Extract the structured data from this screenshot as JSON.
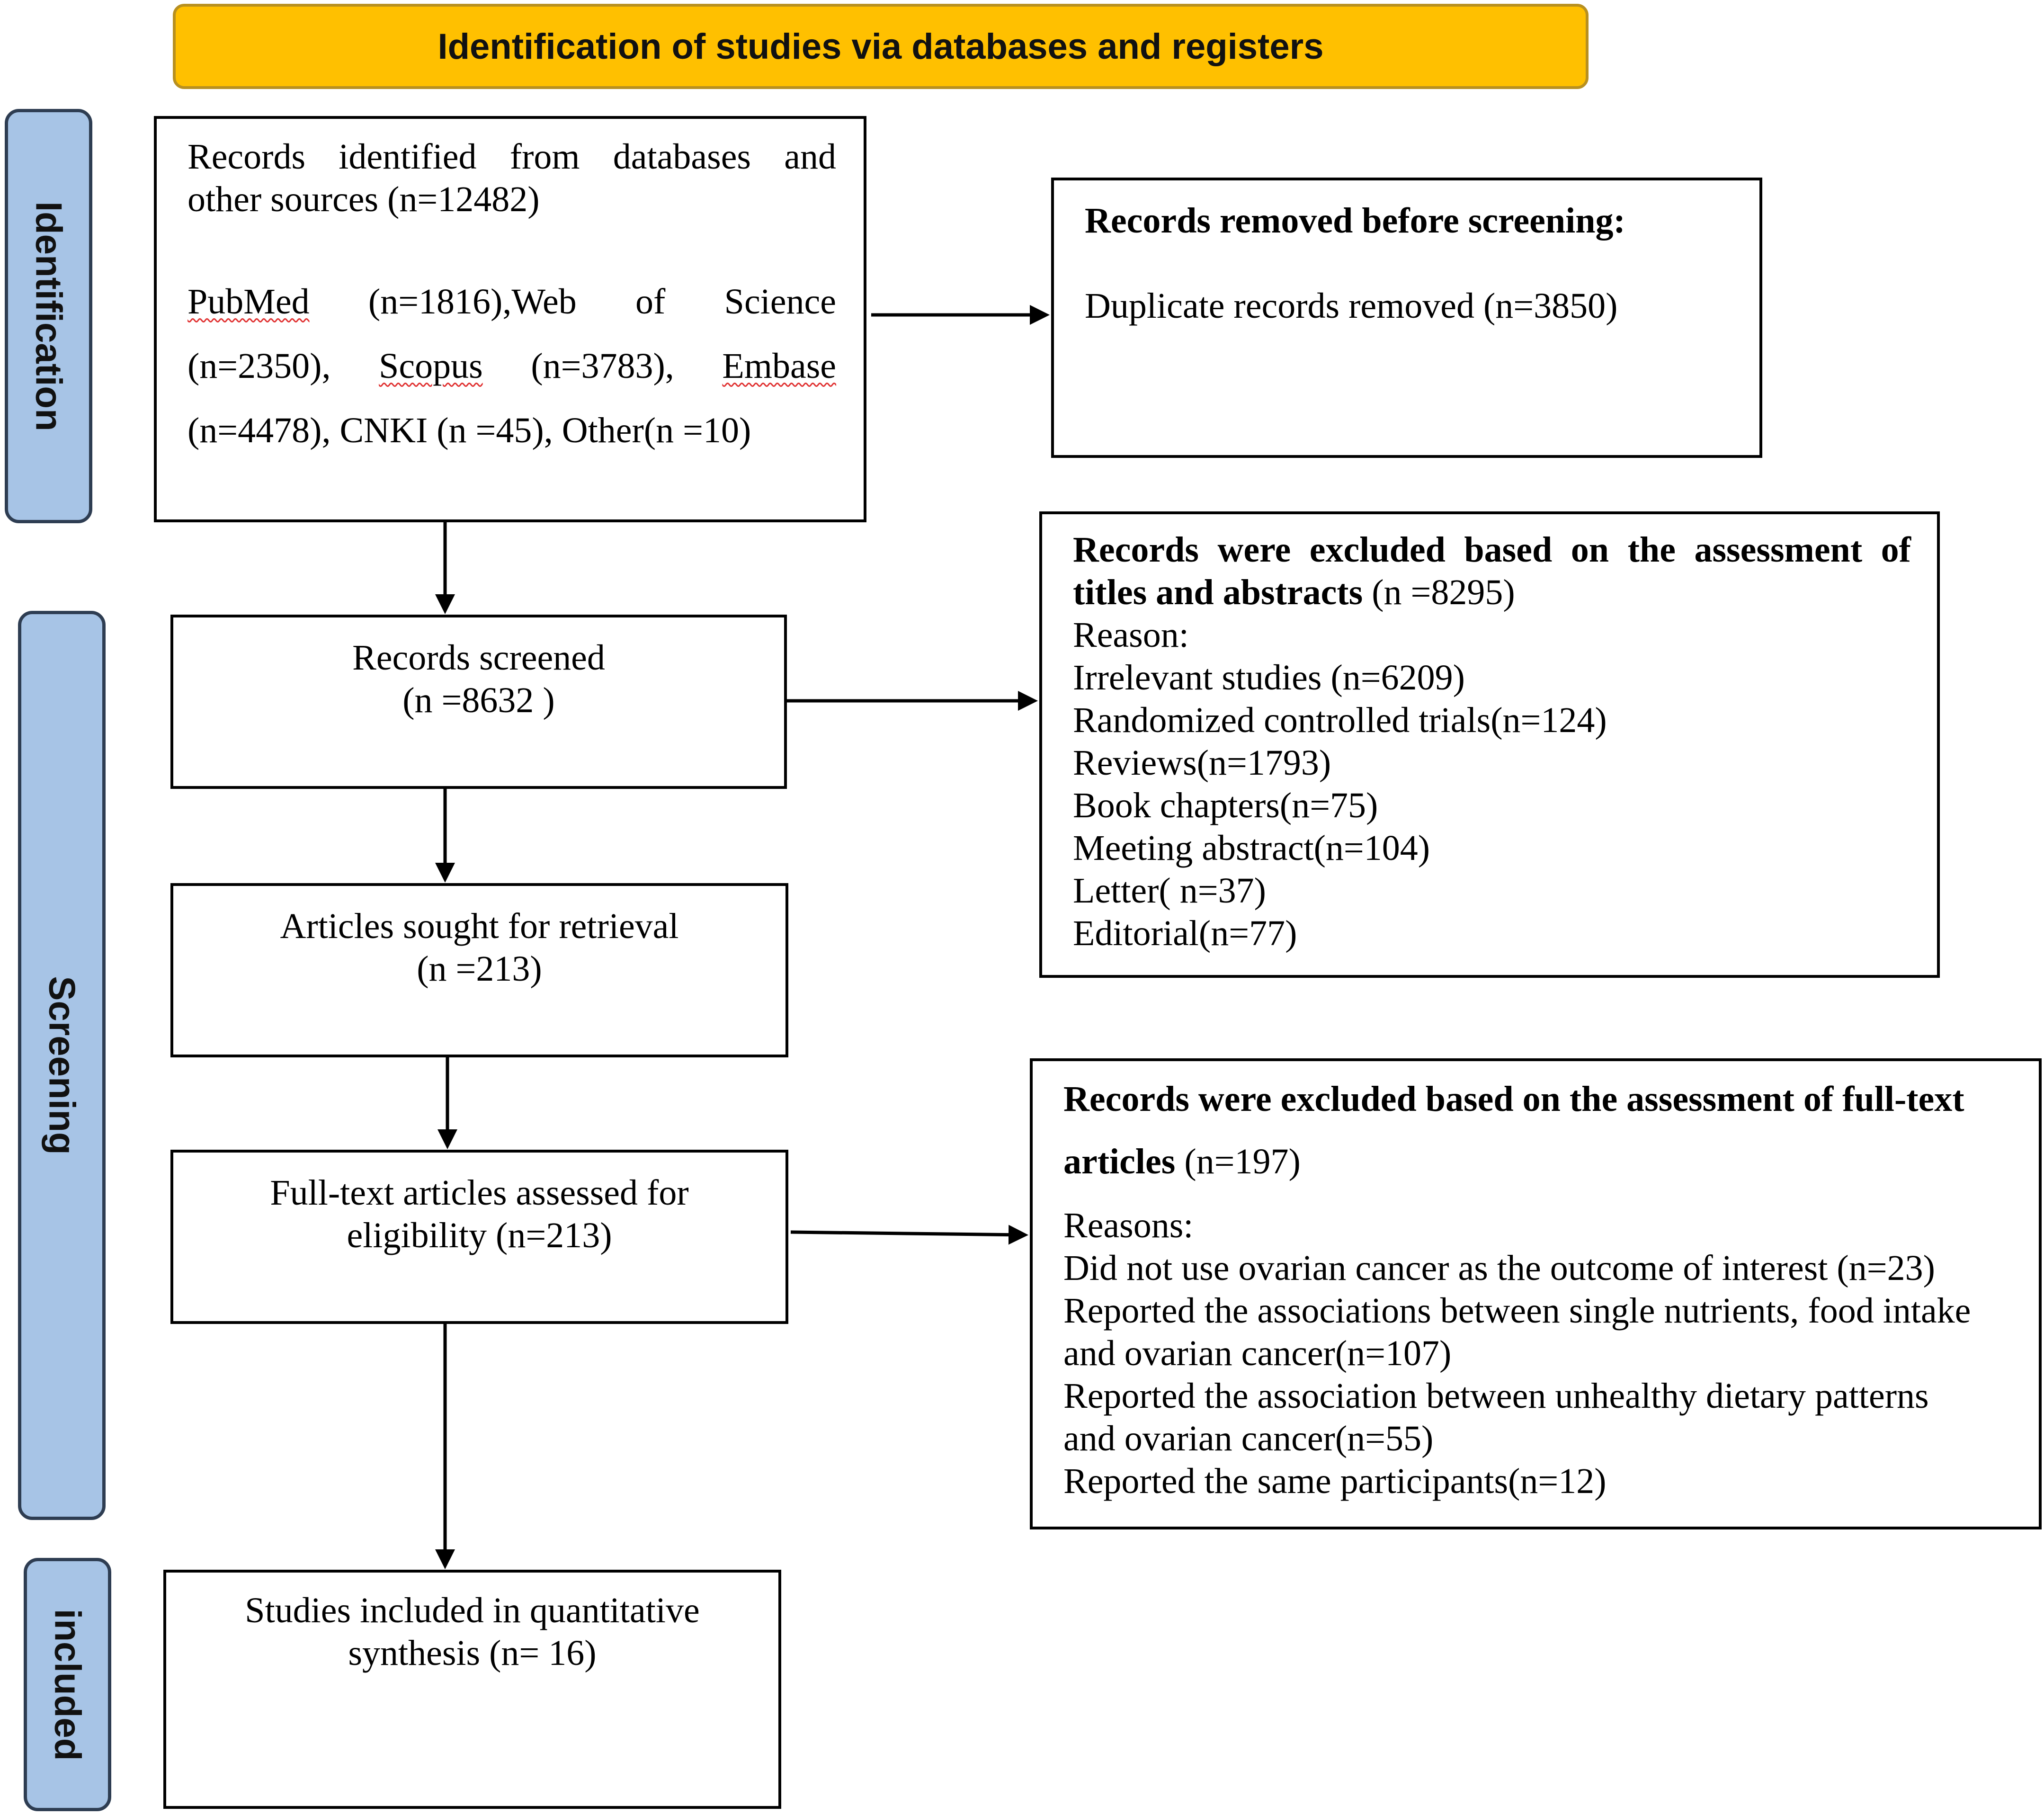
{
  "banner": {
    "title": "Identification of studies via databases and registers",
    "fill_color": "#FFC000"
  },
  "phases": {
    "color": "#A7C4E6",
    "identification": "Identification",
    "screening": "Screening",
    "included": "included"
  },
  "identified": {
    "line1": "Records identified from databases and",
    "line2": "other sources (n=12482)",
    "line3_a": "PubMed",
    "line3_b": "(n=1816),Web of Science",
    "line4_a": "(n=2350),",
    "line4_b": "Scopus",
    "line4_c": "(n=3783),",
    "line4_d": "Embase",
    "line5": "(n=4478), CNKI (n =45), Other(n =10)"
  },
  "removed": {
    "title": "Records removed before screening:",
    "line1": "Duplicate records removed (n=3850)"
  },
  "screened": {
    "line1": "Records screened",
    "line2": "(n =8632 )"
  },
  "excluded_ta": {
    "title1": "Records were excluded based on the assessment of",
    "title2_bold": "titles and abstracts",
    "title2_rest": " (n =8295)",
    "reason_header": "Reason:",
    "reasons": [
      "Irrelevant studies (n=6209)",
      "Randomized controlled trials(n=124)",
      "Reviews(n=1793)",
      "Book chapters(n=75)",
      "Meeting abstract(n=104)",
      "Letter( n=37)",
      "Editorial(n=77)"
    ]
  },
  "retrieval": {
    "line1": "Articles sought for retrieval",
    "line2": "(n =213)"
  },
  "fulltext": {
    "line1": "Full-text articles  assessed for",
    "line2": "eligibility (n=213)"
  },
  "excluded_ft": {
    "title1": "Records were excluded based on the assessment of full-text",
    "title2_bold": "articles",
    "title2_rest": " (n=197)",
    "reason_header": "Reasons:",
    "lines": [
      "Did not use  ovarian cancer as the outcome of interest (n=23)",
      "Reported the associations between single nutrients, food intake",
      "and ovarian cancer(n=107)",
      "Reported the association between unhealthy dietary patterns",
      "and ovarian cancer(n=55)",
      "Reported the same participants(n=12)"
    ]
  },
  "included": {
    "line1": "Studies included in quantitative",
    "line2": "synthesis (n= 16)"
  }
}
